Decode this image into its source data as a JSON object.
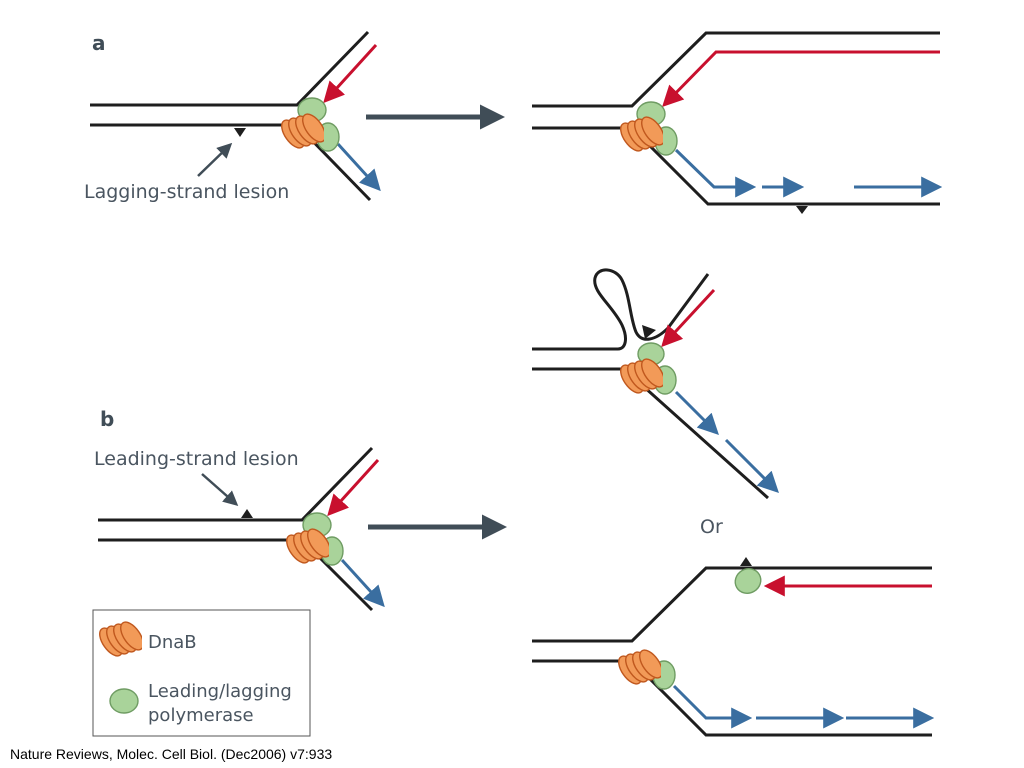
{
  "panels": {
    "a": {
      "label": "a",
      "lesion_label": "Lagging-strand lesion"
    },
    "b": {
      "label": "b",
      "lesion_label": "Leading-strand lesion",
      "or_label": "Or"
    }
  },
  "legend": {
    "dnab": {
      "label": "DnaB"
    },
    "polymerase": {
      "line1": "Leading/lagging",
      "line2": "polymerase"
    }
  },
  "citation": "Nature Reviews, Molec. Cell Biol.  (Dec2006) v7:933",
  "colors": {
    "strand": "#1e1e1e",
    "leading_arrow": "#c8102e",
    "lagging_arrow": "#3a6ea0",
    "dnab_fill": "#f29a58",
    "dnab_stroke": "#c0581e",
    "polymerase_fill": "#a9d39a",
    "polymerase_stroke": "#6f9c63",
    "process_arrow": "#404d57",
    "lesion": "#1e1e1e"
  }
}
